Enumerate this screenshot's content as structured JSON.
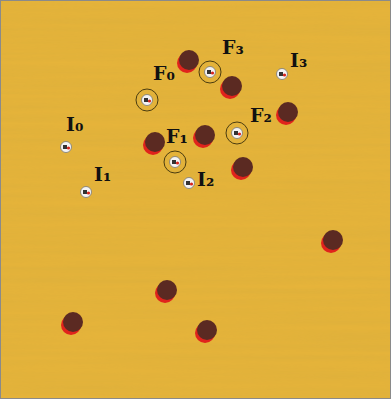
{
  "diagram": {
    "labels": [
      "F₃",
      "I₃",
      "F₀",
      "F₂",
      "I₀",
      "F₁",
      "I₁",
      "I₂"
    ]
  }
}
